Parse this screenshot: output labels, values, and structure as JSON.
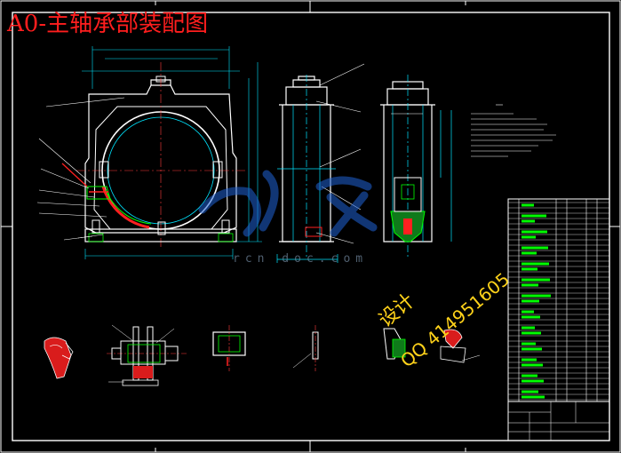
{
  "drawing": {
    "title": "A0-主轴承部装配图"
  },
  "watermark": {
    "url_text": "rcn    doc.com",
    "design_text": "设计",
    "qq_text": "QQ 414951605"
  },
  "colors": {
    "background": "#000000",
    "frame": "#ffffff",
    "outline": "#ffffff",
    "section_line": "#00e5ff",
    "dimension": "#00e5ff",
    "center_line": "#ff3b3b",
    "highlight_green": "#00ff00",
    "part_red": "#ff2020",
    "title_red": "#ff1e1e",
    "watermark_yellow": "#ffd21a",
    "watermark_blue": "#0070ff"
  }
}
